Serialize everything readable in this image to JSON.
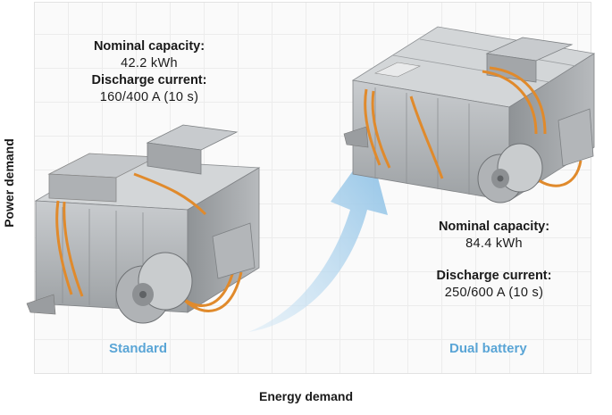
{
  "axes": {
    "y_label": "Power demand",
    "x_label": "Energy demand"
  },
  "standard": {
    "caption": "Standard",
    "capacity_label": "Nominal capacity:",
    "capacity_value": "42.2 kWh",
    "current_label": "Discharge current:",
    "current_value": "160/400 A (10 s)"
  },
  "dual": {
    "caption": "Dual battery",
    "capacity_label": "Nominal capacity:",
    "capacity_value": "84.4 kWh",
    "current_label": "Discharge current:",
    "current_value": "250/600 A (10 s)"
  },
  "colors": {
    "caption": "#5aa5d6",
    "arrow": "#a9cfea",
    "cable": "#e08a2c",
    "housing": "#b9bcbe"
  },
  "icons": [
    "upward-growth-arrow",
    "battery-pack",
    "electric-motor"
  ]
}
